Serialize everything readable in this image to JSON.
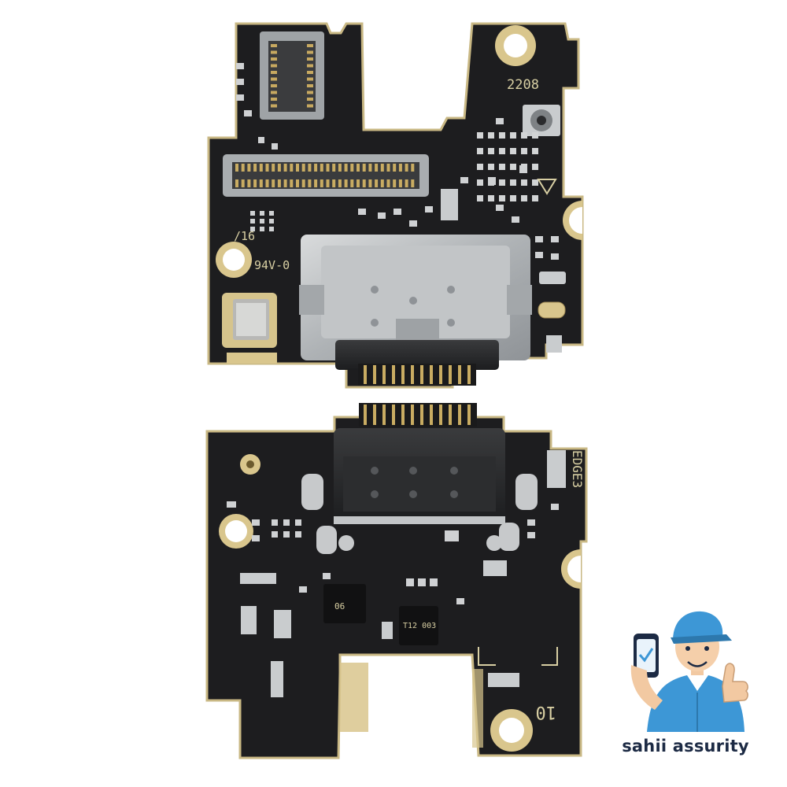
{
  "product": {
    "top_board": {
      "date_code": "2208",
      "marking_left": "/16",
      "rating": "94V-0"
    },
    "bottom_board": {
      "side_marking": "EDGE3",
      "board_number": "10",
      "ic_marking": "T12 003"
    }
  },
  "brand": {
    "name": "sahii assurity",
    "mascot": "technician-thumbs-up-icon"
  },
  "colors": {
    "pcb": "#1d1d1f",
    "gold": "#d9c68d",
    "metal": "#b9bcbe",
    "brand_text": "#1c2a44",
    "brand_shirt": "#3d97d6"
  }
}
